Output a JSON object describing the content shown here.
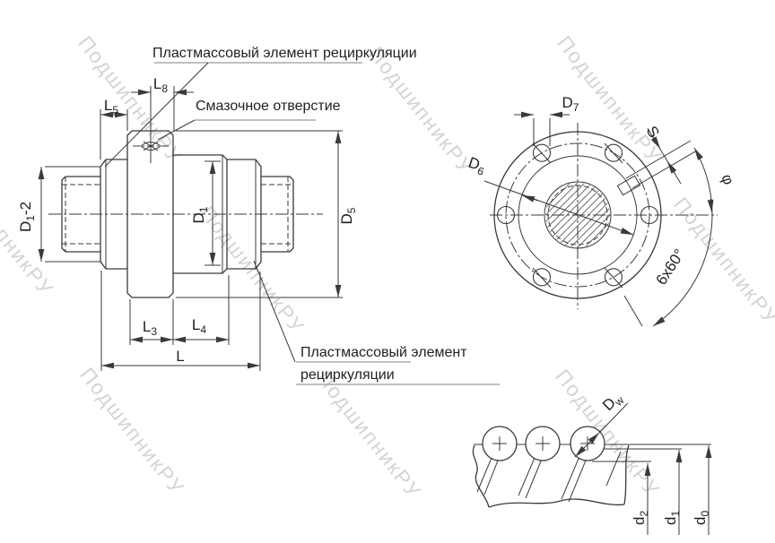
{
  "watermark": {
    "text": "ПодшипникРУ"
  },
  "annotations": {
    "plastic_top": "Пластмассовый элемент рециркуляции",
    "lube_hole": "Смазочное отверстие",
    "plastic_bottom_line1": "Пластмассовый элемент",
    "plastic_bottom_line2": "рециркуляции"
  },
  "dims": {
    "l5": {
      "main": "L",
      "sub": "5"
    },
    "l8": {
      "main": "L",
      "sub": "8"
    },
    "d1_2": {
      "main": "D",
      "sub": "1",
      "suffix": "-2"
    },
    "d1": {
      "main": "D",
      "sub": "1"
    },
    "d5": {
      "main": "D",
      "sub": "5"
    },
    "l3": {
      "main": "L",
      "sub": "3"
    },
    "l4": {
      "main": "L",
      "sub": "4"
    },
    "l": {
      "main": "L"
    },
    "d7": {
      "main": "D",
      "sub": "7"
    },
    "d6": {
      "main": "D",
      "sub": "6"
    },
    "s": {
      "main": "S"
    },
    "phi": {
      "main": "φ"
    },
    "hole_pattern": {
      "main": "6x60°"
    },
    "dw": {
      "main": "D",
      "sub": "w"
    },
    "d_2": {
      "main": "d",
      "sub": "2"
    },
    "d_1": {
      "main": "d",
      "sub": "1"
    },
    "d_0": {
      "main": "d",
      "sub": "0"
    }
  },
  "colors": {
    "line": "#3a3a3a",
    "text": "#1f1f1f",
    "underline": "#9a9a9a",
    "wm": "rgba(125,125,125,0.33)"
  }
}
